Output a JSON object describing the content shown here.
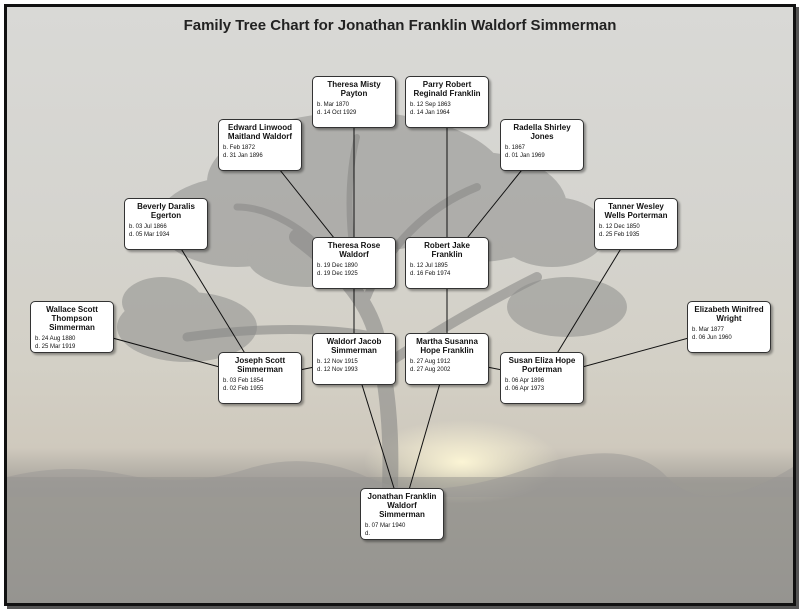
{
  "title": "Family Tree Chart for Jonathan Franklin Waldorf Simmerman",
  "people": [
    {
      "id": "jonathan",
      "name": "Jonathan Franklin Waldorf Simmerman",
      "born": "b. 07 Mar 1940",
      "died": "d."
    },
    {
      "id": "joseph",
      "name": "Joseph Scott Simmerman",
      "born": "b. 03 Feb 1854",
      "died": "d. 02 Feb 1955"
    },
    {
      "id": "waldorf",
      "name": "Waldorf Jacob Simmerman",
      "born": "b. 12 Nov 1915",
      "died": "d. 12 Nov 1993"
    },
    {
      "id": "martha",
      "name": "Martha Susanna Hope Franklin",
      "born": "b. 27 Aug 1912",
      "died": "d. 27 Aug 2002"
    },
    {
      "id": "susan",
      "name": "Susan Eliza Hope Porterman",
      "born": "b. 06 Apr 1896",
      "died": "d. 06 Apr 1973"
    },
    {
      "id": "theresa_rose",
      "name": "Theresa Rose Waldorf",
      "born": "b. 19 Dec 1890",
      "died": "d. 19 Dec 1925"
    },
    {
      "id": "robert",
      "name": "Robert Jake Franklin",
      "born": "b. 12 Jul 1895",
      "died": "d. 16 Feb 1974"
    },
    {
      "id": "wallace",
      "name": "Wallace Scott Thompson Simmerman",
      "born": "b. 24 Aug 1880",
      "died": "d. 25 Mar 1919"
    },
    {
      "id": "elizabeth",
      "name": "Elizabeth Winifred Wright",
      "born": "b. Mar 1877",
      "died": "d. 06 Jun 1960"
    },
    {
      "id": "beverly",
      "name": "Beverly Daralis Egerton",
      "born": "b. 03 Jul 1866",
      "died": "d. 05 Mar 1934"
    },
    {
      "id": "tanner",
      "name": "Tanner Wesley Wells Porterman",
      "born": "b. 12 Dec 1850",
      "died": "d. 25 Feb 1935"
    },
    {
      "id": "edward",
      "name": "Edward Linwood Maitland Waldorf",
      "born": "b. Feb 1872",
      "died": "d. 31 Jan 1896"
    },
    {
      "id": "radella",
      "name": "Radella Shirley Jones",
      "born": "b. 1867",
      "died": "d. 01 Jan 1969"
    },
    {
      "id": "theresa_misty",
      "name": "Theresa Misty Payton",
      "born": "b. Mar 1870",
      "died": "d. 14 Oct 1929"
    },
    {
      "id": "parry",
      "name": "Parry Robert Reginald Franklin",
      "born": "b. 12 Sep 1863",
      "died": "d. 14 Jan 1964"
    }
  ],
  "relations": [
    {
      "from": "jonathan",
      "to": "waldorf"
    },
    {
      "from": "jonathan",
      "to": "martha"
    },
    {
      "from": "waldorf",
      "to": "joseph"
    },
    {
      "from": "waldorf",
      "to": "theresa_rose"
    },
    {
      "from": "martha",
      "to": "robert"
    },
    {
      "from": "martha",
      "to": "susan"
    },
    {
      "from": "joseph",
      "to": "wallace"
    },
    {
      "from": "joseph",
      "to": "beverly"
    },
    {
      "from": "susan",
      "to": "tanner"
    },
    {
      "from": "susan",
      "to": "elizabeth"
    },
    {
      "from": "theresa_rose",
      "to": "edward"
    },
    {
      "from": "theresa_rose",
      "to": "theresa_misty"
    },
    {
      "from": "robert",
      "to": "parry"
    },
    {
      "from": "robert",
      "to": "radella"
    }
  ]
}
